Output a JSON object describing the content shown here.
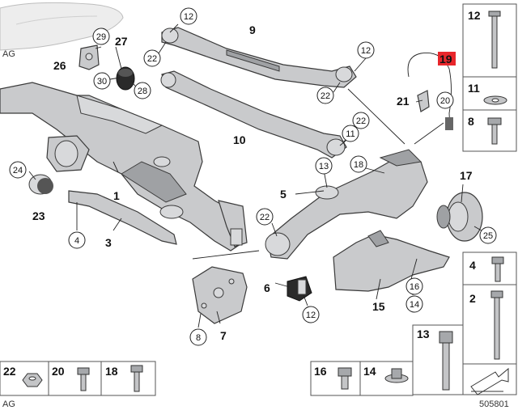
{
  "diagram": {
    "footer_left": "AG",
    "footer_right": "505801",
    "highlight_color": "#e8262b",
    "part_labels": [
      {
        "id": "p9",
        "text": "9"
      },
      {
        "id": "p27",
        "text": "27"
      },
      {
        "id": "p26",
        "text": "26"
      },
      {
        "id": "p10",
        "text": "10"
      },
      {
        "id": "p1",
        "text": "1"
      },
      {
        "id": "p23",
        "text": "23"
      },
      {
        "id": "p3",
        "text": "3"
      },
      {
        "id": "p5",
        "text": "5"
      },
      {
        "id": "p17",
        "text": "17"
      },
      {
        "id": "p6",
        "text": "6"
      },
      {
        "id": "p7",
        "text": "7"
      },
      {
        "id": "p15",
        "text": "15"
      },
      {
        "id": "p21",
        "text": "21"
      },
      {
        "id": "p19",
        "text": "19"
      }
    ],
    "callouts": [
      {
        "id": "c12a",
        "text": "12"
      },
      {
        "id": "c22a",
        "text": "22"
      },
      {
        "id": "c29",
        "text": "29"
      },
      {
        "id": "c30",
        "text": "30"
      },
      {
        "id": "c28",
        "text": "28"
      },
      {
        "id": "c12b",
        "text": "12"
      },
      {
        "id": "c22b",
        "text": "22"
      },
      {
        "id": "c22c",
        "text": "22"
      },
      {
        "id": "c11",
        "text": "11"
      },
      {
        "id": "c20",
        "text": "20"
      },
      {
        "id": "c13",
        "text": "13"
      },
      {
        "id": "c18",
        "text": "18"
      },
      {
        "id": "c24",
        "text": "24"
      },
      {
        "id": "c4",
        "text": "4"
      },
      {
        "id": "c22d",
        "text": "22"
      },
      {
        "id": "c25",
        "text": "25"
      },
      {
        "id": "c16",
        "text": "16"
      },
      {
        "id": "c14",
        "text": "14"
      },
      {
        "id": "c12c",
        "text": "12"
      },
      {
        "id": "c8",
        "text": "8"
      }
    ],
    "side_boxes": [
      {
        "id": "s12",
        "text": "12"
      },
      {
        "id": "s11",
        "text": "11"
      },
      {
        "id": "s8",
        "text": "8"
      },
      {
        "id": "s4",
        "text": "4"
      },
      {
        "id": "s2",
        "text": "2"
      },
      {
        "id": "s13",
        "text": "13"
      }
    ],
    "bottom_boxes": [
      {
        "id": "b22",
        "text": "22"
      },
      {
        "id": "b20",
        "text": "20"
      },
      {
        "id": "b18",
        "text": "18"
      },
      {
        "id": "b16",
        "text": "16"
      },
      {
        "id": "b14",
        "text": "14"
      }
    ]
  }
}
